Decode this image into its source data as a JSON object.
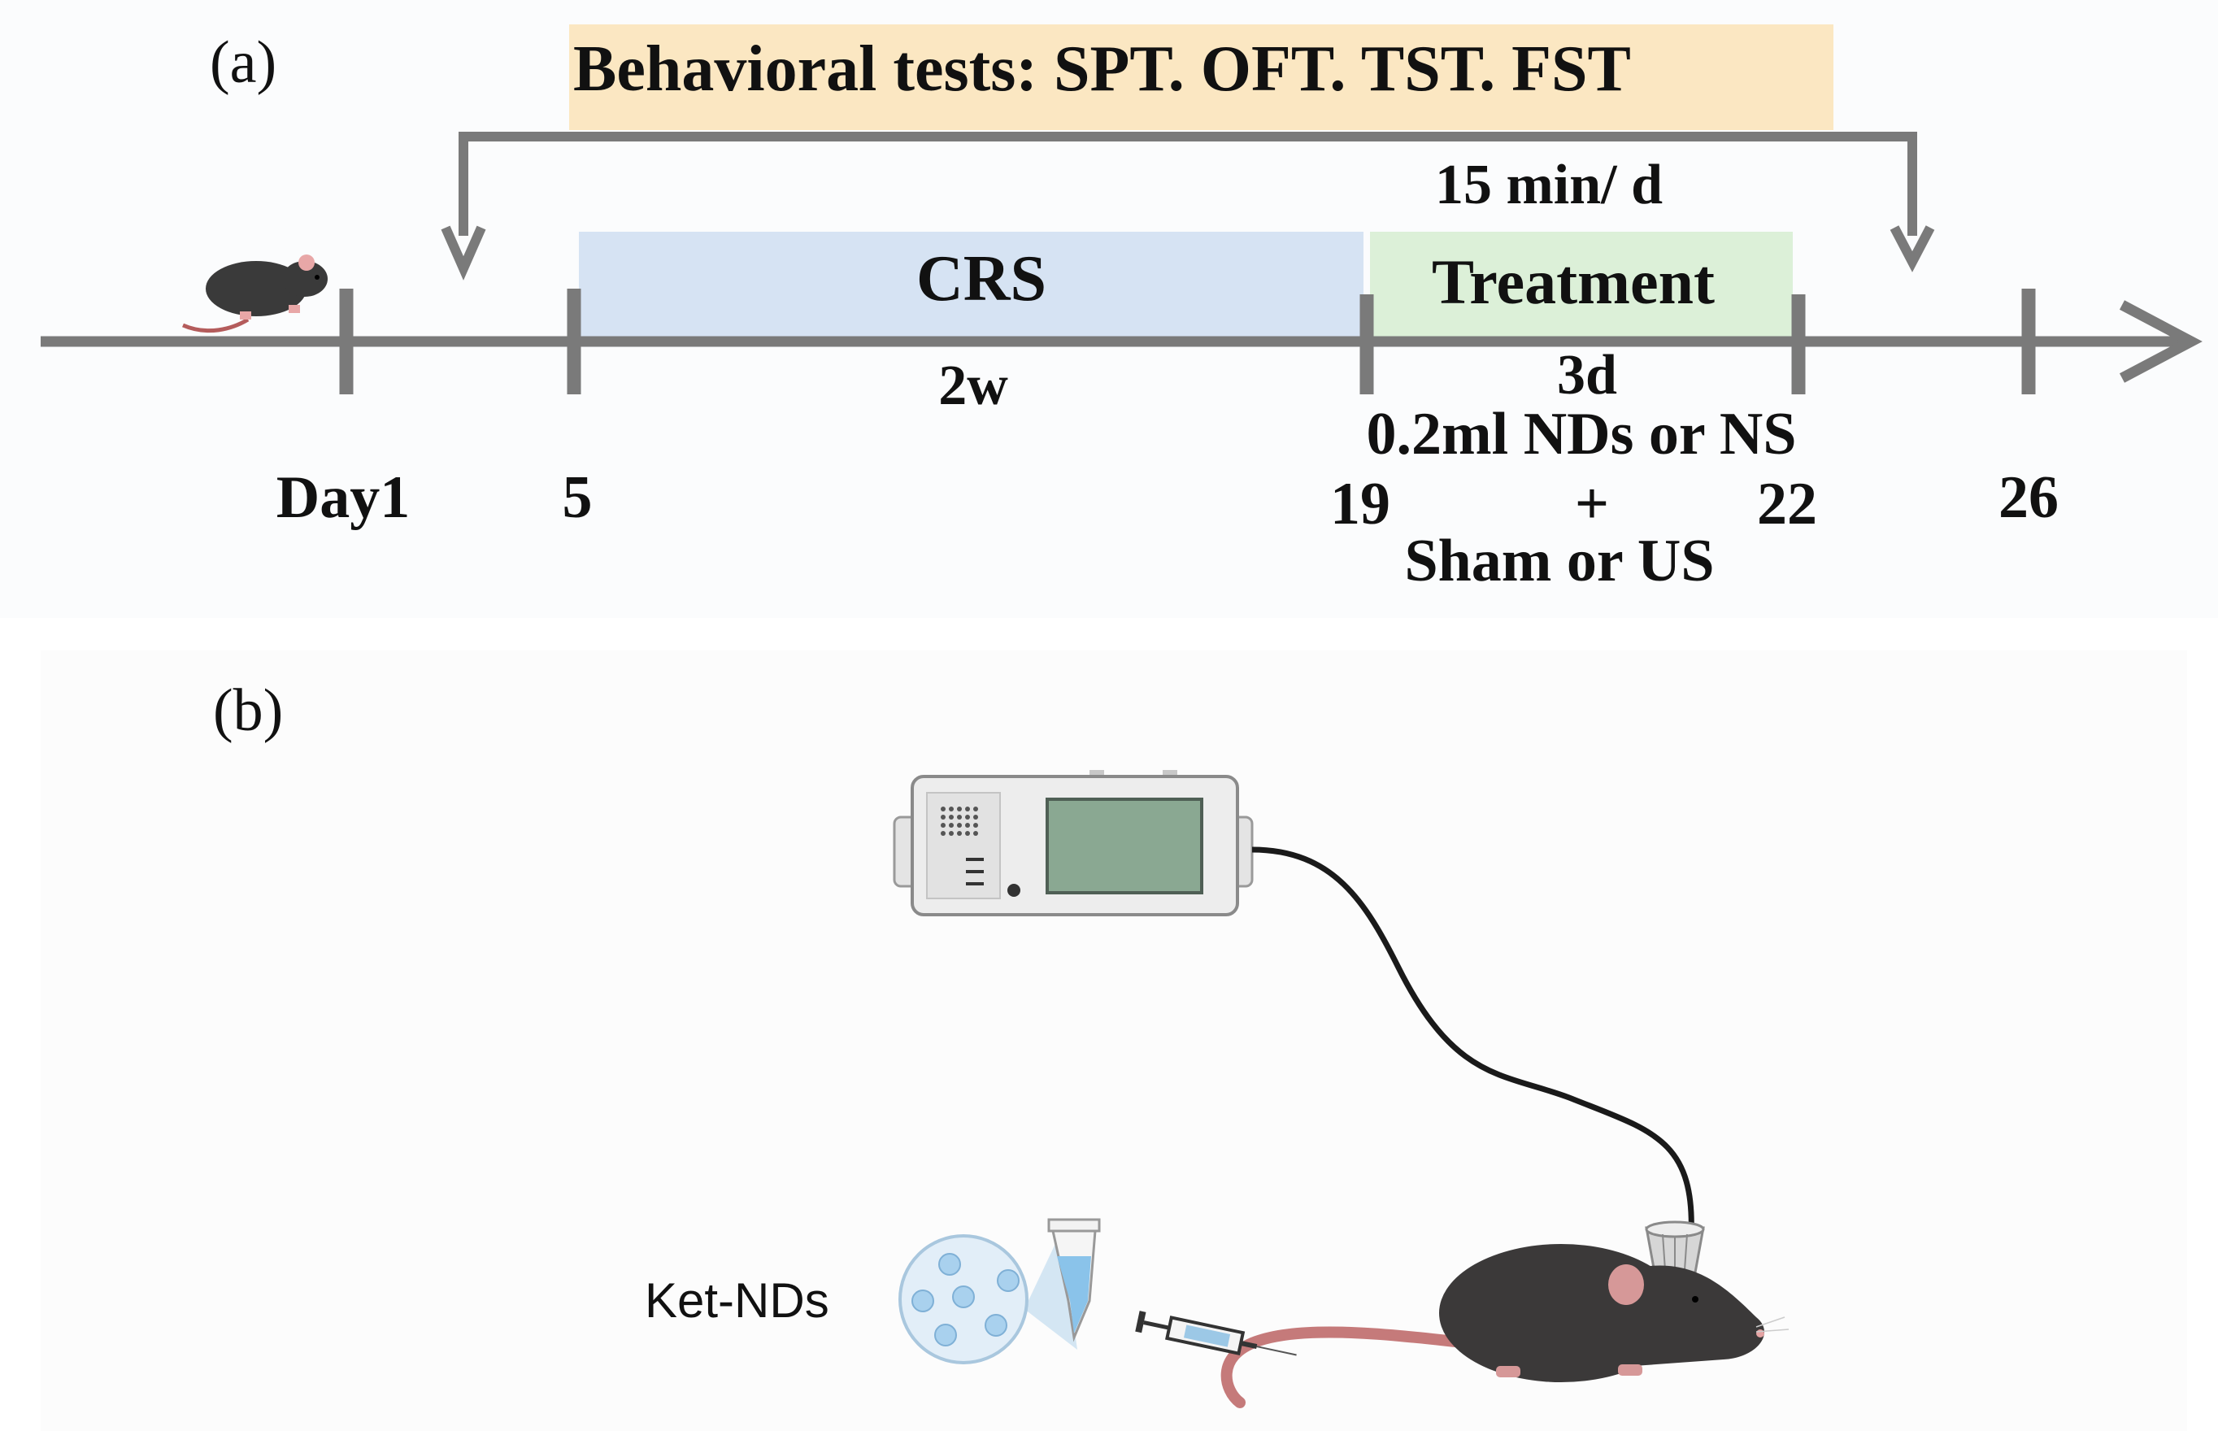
{
  "panel_a": {
    "label": "(a)",
    "behavioral_tests": "Behavioral tests: SPT. OFT. TST. FST",
    "crs_label": "CRS",
    "crs_duration": "2w",
    "treatment_label": "Treatment",
    "treatment_duration": "3d",
    "session_length": "15 min/ d",
    "dose": "0.2ml NDs or NS",
    "plus": "+",
    "sham": "Sham or US",
    "days": {
      "d1": "Day1",
      "d5": "5",
      "d19": "19",
      "d22": "22",
      "d26": "26"
    },
    "colors": {
      "crs": "#d6e3f3",
      "treatment": "#dcf0d8",
      "tests": "#fbe7c2",
      "axis": "#7a7a7a"
    }
  },
  "panel_b": {
    "label": "(b)",
    "ket_nds": "Ket-NDs",
    "icons": [
      "ultrasound-device-icon",
      "cable-icon",
      "mouse-icon",
      "syringe-icon",
      "nanodroplet-icon",
      "tube-icon"
    ]
  }
}
